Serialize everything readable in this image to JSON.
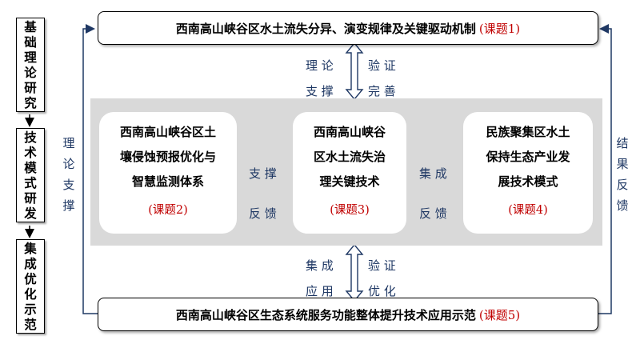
{
  "left_column": {
    "step1": "基础理论研究",
    "step2": "技术模式研发",
    "step3": "集成优化示范"
  },
  "top_box": {
    "title": "西南高山峡谷区水土流失分异、演变规律及关键驱动机制",
    "tag": "(课题1)"
  },
  "bottom_box": {
    "title": "西南高山峡谷区生态系统服务功能整体提升技术应用示范",
    "tag": "(课题5)"
  },
  "cards": [
    {
      "lines": [
        "西南高山峡谷区土",
        "壤侵蚀预报优化与",
        "智慧监测体系"
      ],
      "tag": "(课题2)"
    },
    {
      "lines": [
        "西南高山峡谷",
        "区水土流失治",
        "理关键技术"
      ],
      "tag": "(课题3)"
    },
    {
      "lines": [
        "民族聚集区水土",
        "保持生态产业发",
        "展技术模式"
      ],
      "tag": "(课题4)"
    }
  ],
  "labels": {
    "top_left": [
      "理 论",
      "支 撑"
    ],
    "top_right": [
      "验 证",
      "完 善"
    ],
    "mid_left": [
      "支 撑",
      "反 馈"
    ],
    "mid_right": [
      "集 成",
      "反 馈"
    ],
    "bot_left": [
      "集 成",
      "应 用"
    ],
    "bot_right": [
      "验 证",
      "优 化"
    ],
    "side_left": "理论支撑",
    "side_right": "结果反馈"
  },
  "colors": {
    "label_blue": "#1f3864",
    "tag_red": "#c00000",
    "panel_gray": "#d9d9d9"
  }
}
